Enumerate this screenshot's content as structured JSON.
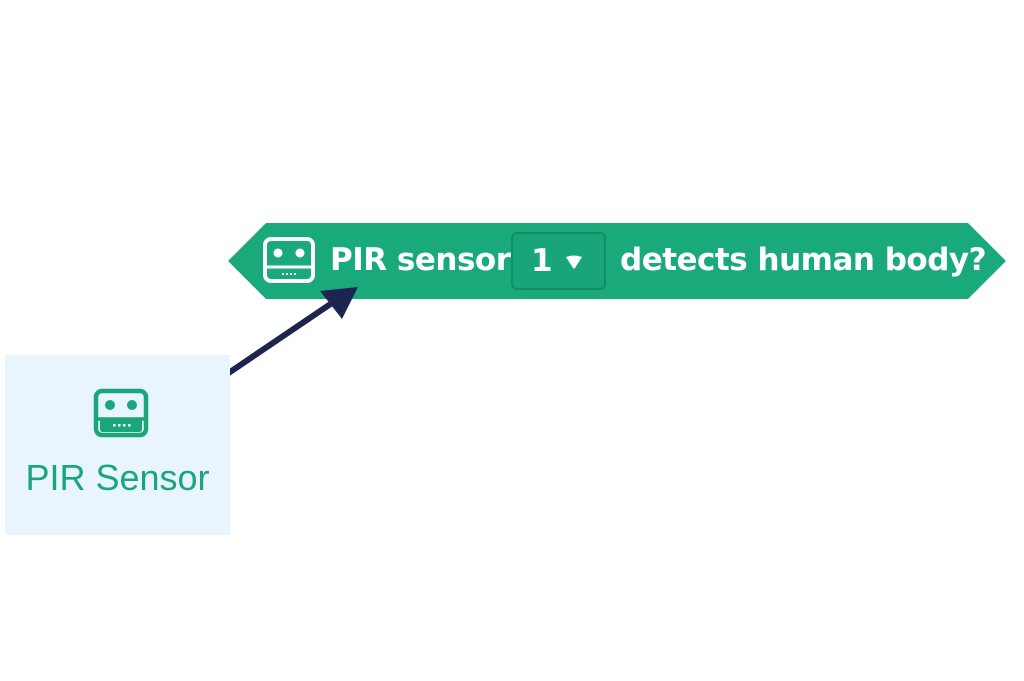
{
  "block": {
    "label_prefix": "PIR sensor",
    "dropdown_value": "1",
    "label_suffix": "detects human body?",
    "color": "#19a97b",
    "dropdown_border_color": "#0e8f66",
    "icon": "pir-sensor-icon"
  },
  "category": {
    "label": "PIR Sensor",
    "icon": "pir-sensor-icon",
    "background": "#e8f5fe",
    "text_color": "#1aa67a"
  },
  "annotation": {
    "arrow_color": "#1b2550"
  }
}
